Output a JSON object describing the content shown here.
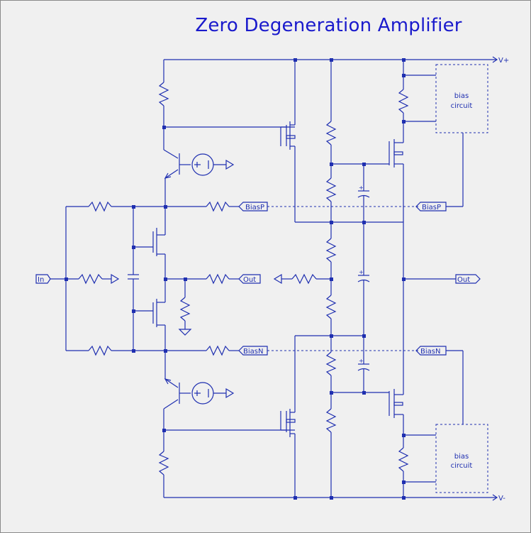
{
  "title": "Zero Degeneration Amplifier",
  "labels": {
    "vplus": "V+",
    "vminus": "V-",
    "in": "In",
    "out_left": "Out",
    "out_right": "Out",
    "biasp_left": "BiasP",
    "biasp_right": "BiasP",
    "biasn_left": "BiasN",
    "biasn_right": "BiasN",
    "bias_top_1": "bias",
    "bias_top_2": "circuit",
    "bias_bot_1": "bias",
    "bias_bot_2": "circuit"
  },
  "colors": {
    "wire": "#1f2fb0",
    "title": "#1a1acc",
    "background": "#f0f0f0"
  }
}
